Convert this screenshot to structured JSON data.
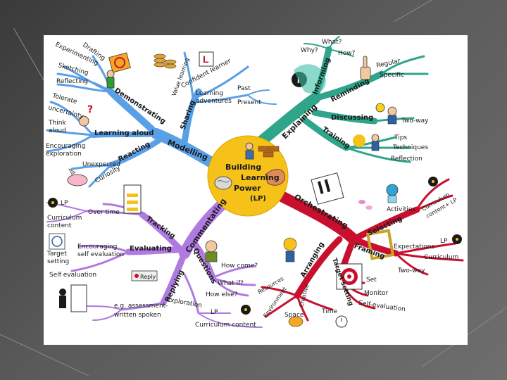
{
  "center": {
    "line1": "Building",
    "line2": "Learning",
    "line3": "Power",
    "line4": "(LP)"
  },
  "branches": {
    "modelling": "Modelling",
    "demonstrating": "Demonstrating",
    "sharing": "Sharing",
    "learning_aloud": "Learning aloud",
    "reacting": "Reacting",
    "explaining": "Explaining",
    "informing": "Informing",
    "reminding": "Reminding",
    "discussing": "Discussing",
    "training": "Training",
    "orchestrating": "Orchestrating",
    "selecting": "Selecting",
    "framing": "Framing",
    "target_setting": "Target setting",
    "arranging": "Arranging",
    "commentating": "Commentating",
    "replying": "Replying",
    "tracking": "Tracking",
    "evaluating": "Evaluating",
    "questions": "Questions"
  },
  "leaves": {
    "drafting": "Drafting",
    "experimenting": "Experimenting",
    "sketching": "Sketching",
    "reflecting": "Reflecting",
    "value_learning": "Value learning",
    "confident_learner": "Confident learner",
    "learning_adventures": "Learning adventures",
    "past": "Past",
    "present": "Present",
    "tolerate_uncertainty": "Tolerate uncertainty",
    "think_aloud": "Think aloud",
    "encouraging_exploration": "Encouraging exploration",
    "unexpected": "Unexpected",
    "curiosity": "Curiosity",
    "why": "Why?",
    "what": "What?",
    "how": "How?",
    "regular": "Regular",
    "specific": "Specific",
    "two_way": "Two-way",
    "tips": "Tips",
    "techniques": "Techniques",
    "reflection": "Reflection",
    "activities": "Activities",
    "curriculum_content_lp": "Curriculum content+ LP",
    "expectations": "Expectations",
    "lp": "LP",
    "curriculum": "Curriculum",
    "two_way_2": "Two-way",
    "set": "Set",
    "monitor": "Monitor",
    "self_evaluation": "Self-evaluation",
    "resources": "Resources",
    "environment": "Environment",
    "creative": "Creative",
    "space": "Space",
    "time": "Time",
    "tracking_lp": "LP",
    "curriculum_content": "Curriculum content",
    "over_time": "Over time",
    "encouraging_self_evaluation": "Encouraging self evaluation",
    "target_setting_2": "Target setting",
    "self_evaluation_2": "Self evaluation",
    "how_come": "How come?",
    "what_if": "What if?",
    "how_else": "How else?",
    "reply_btn": "Reply",
    "eg_assessment": "e.g. assessment-",
    "written_spoken": "written spoken",
    "exploration": "Exploration",
    "lp_q": "LP",
    "curriculum_content_q": "Curriculum content",
    "l_sign": "L"
  },
  "colors": {
    "modelling": "#5aa0e6",
    "explaining": "#2fa58c",
    "orchestrating": "#c8102e",
    "commentating": "#b07be0",
    "center": "#f6c21a"
  }
}
